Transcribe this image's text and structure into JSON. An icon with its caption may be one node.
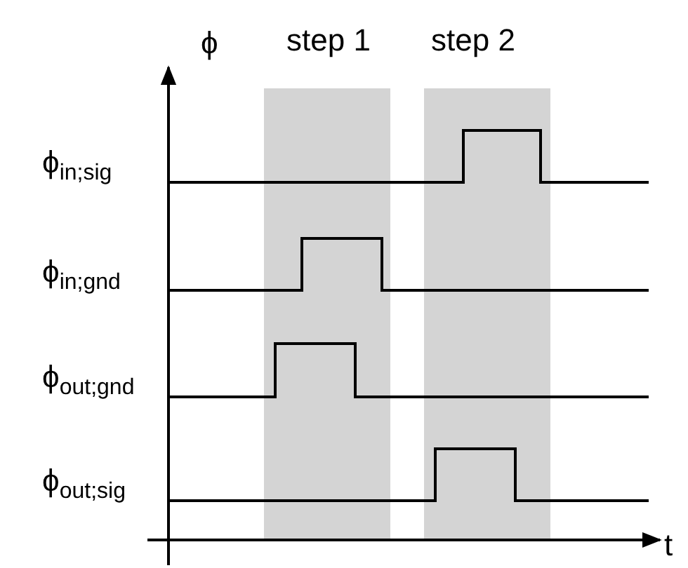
{
  "diagram": {
    "labels": [
      "ϕ",
      "step 1",
      "step 2",
      "ϕ$_{in;sig}$",
      "ϕ$_{in;gnd}$",
      "ϕ$_{out;gnd}$",
      "ϕ$_{out;sig}$",
      "t"
    ]
  }
}
